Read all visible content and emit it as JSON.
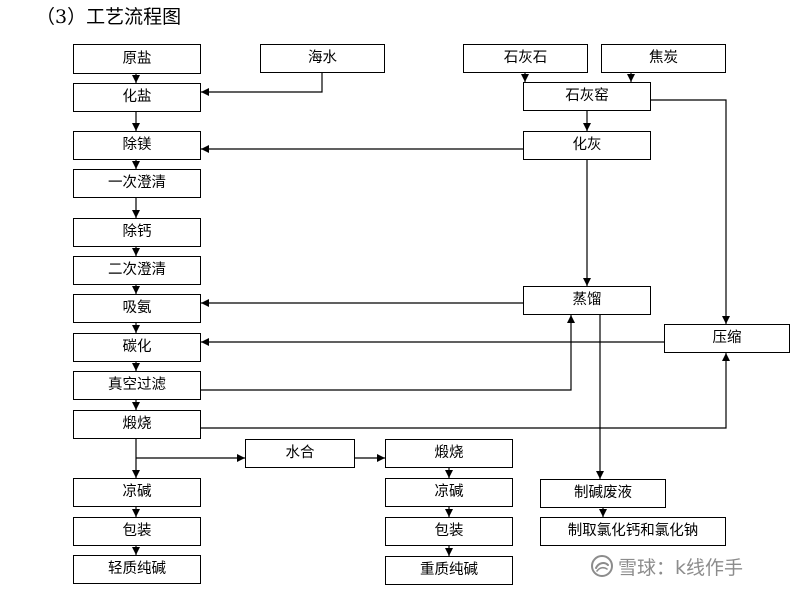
{
  "title": "（3）工艺流程图",
  "nodes": {
    "yuanyan": "原盐",
    "huayan": "化盐",
    "chumei": "除镁",
    "yicichengqing": "一次澄清",
    "chugai": "除钙",
    "ercichengqing": "二次澄清",
    "xian": "吸氨",
    "tanhua": "碳化",
    "zhenkongguolv": "真空过滤",
    "duanshao": "煅烧",
    "liangjian": "凉碱",
    "baozhuang": "包装",
    "qingzhichunjian": "轻质纯碱",
    "haishui": "海水",
    "shihuishi": "石灰石",
    "jiaotan": "焦炭",
    "shihuiyao": "石灰窑",
    "huahui": "化灰",
    "zhengliu": "蒸馏",
    "yasuo": "压缩",
    "shuihe": "水合",
    "duanshao2": "煅烧",
    "liangjian2": "凉碱",
    "baozhuang2": "包装",
    "zhongzhichunjian": "重质纯碱",
    "zhijianfeiye": "制碱废液",
    "zhiqu": "制取氯化钙和氯化钠"
  },
  "watermark": {
    "text": "雪球：k线作手",
    "logo_icon": "snowball-logo-icon"
  },
  "colors": {
    "line": "#000000",
    "box_border": "#000000",
    "watermark": "#787878"
  }
}
